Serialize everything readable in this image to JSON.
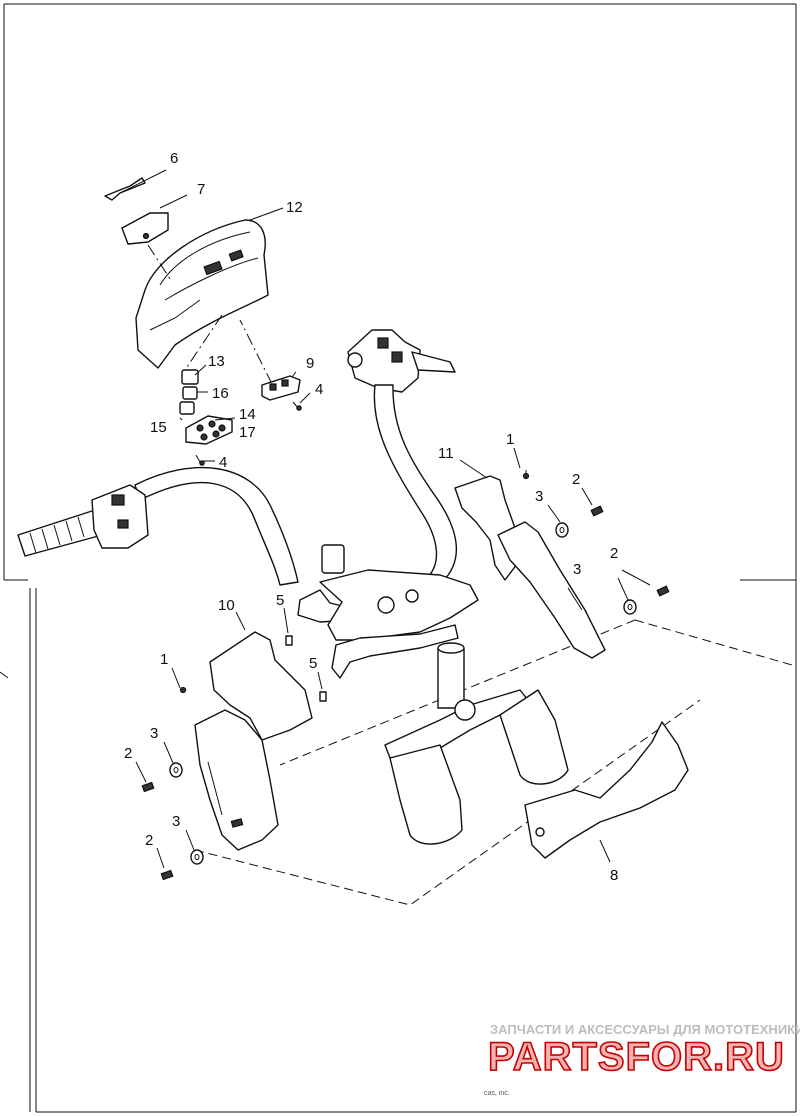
{
  "labels": {
    "l1a": "1",
    "l1b": "1",
    "l2a": "2",
    "l2b": "2",
    "l2c": "2",
    "l2d": "2",
    "l3a": "3",
    "l3b": "3",
    "l3c": "3",
    "l3d": "3",
    "l4a": "4",
    "l4b": "4",
    "l5a": "5",
    "l5b": "5",
    "l6": "6",
    "l7": "7",
    "l8": "8",
    "l9": "9",
    "l10": "10",
    "l11": "11",
    "l12": "12",
    "l13": "13",
    "l14": "14",
    "l15": "15",
    "l16": "16",
    "l17": "17"
  },
  "watermark": {
    "tagline": "ЗАПЧАСТИ И АКСЕССУАРЫ ДЛЯ МОТОТЕХНИКИ",
    "brand": "PARTSFOR.RU"
  },
  "copyright": "cas, inc."
}
